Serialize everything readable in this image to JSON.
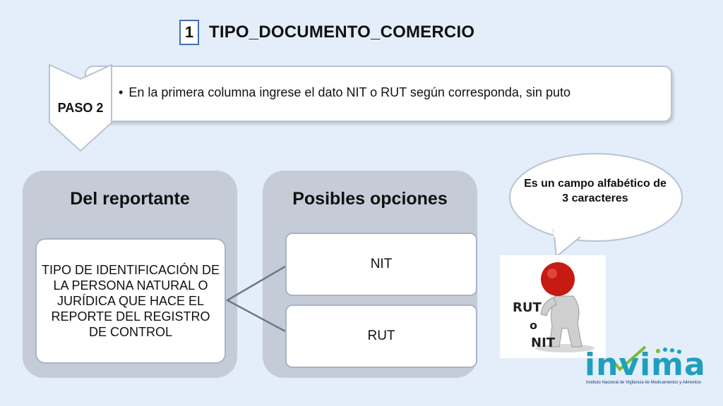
{
  "title": {
    "step_number": "1",
    "text": "TIPO_DOCUMENTO_COMERCIO"
  },
  "paso": {
    "label": "PASO  2",
    "instruction": "En la primera columna ingrese el dato NIT o RUT según corresponda, sin puto"
  },
  "panels": {
    "left": {
      "header": "Del reportante",
      "description": "TIPO DE IDENTIFICACIÓN DE LA PERSONA NATURAL O JURÍDICA QUE HACE EL REPORTE DEL REGISTRO DE CONTROL"
    },
    "right": {
      "header": "Posibles opciones",
      "options": [
        "NIT",
        "RUT"
      ]
    }
  },
  "callout": {
    "text": "Es un campo alfabético de 3 caracteres"
  },
  "illustration": {
    "line1": "RUT",
    "line2": "o",
    "line3": "NIT"
  },
  "logo": {
    "word": "invima",
    "subtitle": "Instituto Nacional de Vigilancia de Medicamentos y Alimentos"
  },
  "colors": {
    "background": "#e3eefa",
    "panel": "#c5ccd7",
    "accent_blue": "#3f6fb5",
    "logo_teal": "#1f9fbf",
    "logo_green": "#7dbb2e"
  }
}
